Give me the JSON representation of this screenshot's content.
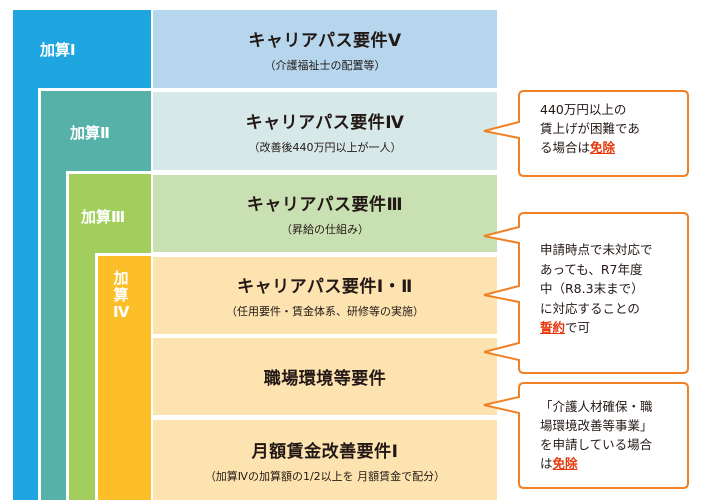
{
  "tiers": [
    {
      "label": "加算Ⅰ",
      "color": "#1fa6e0"
    },
    {
      "label": "加算Ⅱ",
      "color": "#56b2a8"
    },
    {
      "label": "加算Ⅲ",
      "color": "#a2ce5e"
    },
    {
      "label_lines": [
        "加",
        "算",
        "Ⅳ"
      ],
      "color": "#fcbf2a"
    }
  ],
  "requirements": [
    {
      "title": "キャリアパス要件Ⅴ",
      "sub": "（介護福祉士の配置等）"
    },
    {
      "title": "キャリアパス要件Ⅳ",
      "sub": "（改善後440万円以上が一人）"
    },
    {
      "title": "キャリアパス要件Ⅲ",
      "sub": "（昇給の仕組み）"
    },
    {
      "title": "キャリアパス要件Ⅰ・Ⅱ",
      "sub": "（任用要件・賃金体系、研修等の実施）"
    },
    {
      "title": "職場環境等要件",
      "sub": ""
    },
    {
      "title": "月額賃金改善要件Ⅰ",
      "sub": "（加算Ⅳの加算額の1/2以上を 月額賃金で配分）"
    }
  ],
  "callouts": [
    {
      "lines": [
        "440万円以上の",
        "賃上げが困難であ",
        "る場合は"
      ],
      "highlight": "免除",
      "after": ""
    },
    {
      "lines": [
        "申請時点で未対応で",
        "あっても、R7年度",
        "中（R8.3末まで）",
        "に対応することの"
      ],
      "highlight": "誓約",
      "after": "で可"
    },
    {
      "lines": [
        "「介護人材確保・職",
        "場環境改善等事業」",
        "を申請している場合",
        "は"
      ],
      "highlight": "免除",
      "after": ""
    }
  ],
  "colors": {
    "callout_border": "#f08125",
    "highlight": "#e8380d"
  }
}
